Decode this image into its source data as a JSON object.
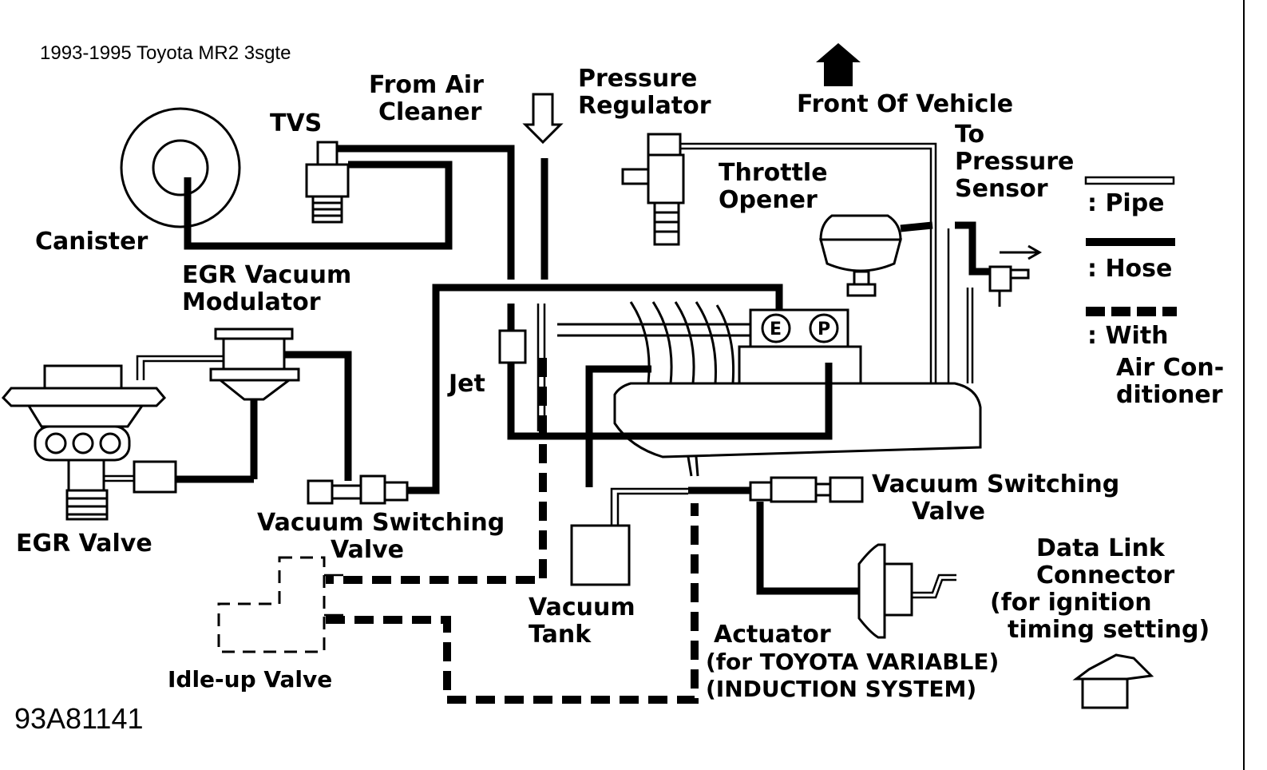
{
  "header": "1993-1995 Toyota MR2 3sgte",
  "figure_code": "93A81141",
  "labels": {
    "tvs": "TVS",
    "from_air_1": "From Air",
    "from_air_2": "Cleaner",
    "pressure_reg_1": "Pressure",
    "pressure_reg_2": "Regulator",
    "front_vehicle": "Front Of Vehicle",
    "to_pressure_1": "To",
    "to_pressure_2": "Pressure",
    "to_pressure_3": "Sensor",
    "throttle_1": "Throttle",
    "throttle_2": "Opener",
    "canister": "Canister",
    "egr_mod_1": "EGR Vacuum",
    "egr_mod_2": "Modulator",
    "jet": "Jet",
    "egr_valve": "EGR Valve",
    "vsv_left_1": "Vacuum Switching",
    "vsv_left_2": "Valve",
    "vsv_right_1": "Vacuum Switching",
    "vsv_right_2": "Valve",
    "vacuum_tank_1": "Vacuum",
    "vacuum_tank_2": "Tank",
    "idle_up": "Idle-up Valve",
    "actuator_1": "Actuator",
    "actuator_2": "(for TOYOTA VARIABLE)",
    "actuator_3": "(INDUCTION SYSTEM)",
    "dlc_1": "Data Link",
    "dlc_2": "Connector",
    "dlc_3": "(for ignition",
    "dlc_4": "timing setting)",
    "e_marker": "E",
    "p_marker": "P"
  },
  "legend": {
    "pipe": ": Pipe",
    "hose": ": Hose",
    "ac_1": ": With",
    "ac_2": "Air Con-",
    "ac_3": "ditioner"
  }
}
